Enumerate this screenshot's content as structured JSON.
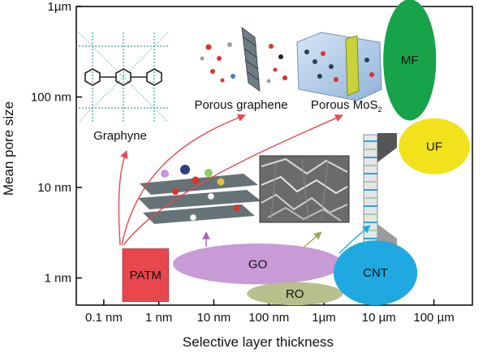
{
  "chart_data": {
    "type": "scatter",
    "xlabel": "Selective layer thickness",
    "ylabel": "Mean pore size",
    "x_scale": "log",
    "y_scale": "log",
    "x_ticks": [
      {
        "label": "0.1 nm",
        "value_nm": 0.1
      },
      {
        "label": "1 nm",
        "value_nm": 1
      },
      {
        "label": "10 nm",
        "value_nm": 10
      },
      {
        "label": "100 nm",
        "value_nm": 100
      },
      {
        "label": "1µm",
        "value_nm": 1000
      },
      {
        "label": "10 µm",
        "value_nm": 10000
      },
      {
        "label": "100 µm",
        "value_nm": 100000
      }
    ],
    "y_ticks": [
      {
        "label": "1 nm",
        "value_nm": 1
      },
      {
        "label": "10 nm",
        "value_nm": 10
      },
      {
        "label": "100 nm",
        "value_nm": 100
      },
      {
        "label": "1µm",
        "value_nm": 1000
      }
    ],
    "regions": [
      {
        "label": "PATM",
        "shape": "rect",
        "color": "#e8474e",
        "x_nm": [
          0.22,
          1.5
        ],
        "y_nm": [
          0.55,
          2.1
        ]
      },
      {
        "label": "GO",
        "shape": "ellipse",
        "color": "#c89ad6",
        "x_nm": [
          1.8,
          2200
        ],
        "y_nm": [
          0.85,
          2.4
        ]
      },
      {
        "label": "RO",
        "shape": "ellipse",
        "color": "#b7c08a",
        "x_nm": [
          40,
          2200
        ],
        "y_nm": [
          0.5,
          0.9
        ]
      },
      {
        "label": "CNT",
        "shape": "ellipse",
        "color": "#1fa9e0",
        "x_nm": [
          1500,
          50000
        ],
        "y_nm": [
          0.5,
          2.6
        ]
      },
      {
        "label": "MF",
        "shape": "ellipse",
        "color": "#16a34a",
        "x_nm": [
          12000,
          110000
        ],
        "y_nm": [
          55,
          1200
        ]
      },
      {
        "label": "UF",
        "shape": "ellipse",
        "color": "#f2e21c",
        "x_nm": [
          23000,
          450000
        ],
        "y_nm": [
          14,
          58
        ]
      }
    ],
    "annotations": [
      {
        "label": "Graphyne"
      },
      {
        "label": "Porous graphene"
      },
      {
        "label": "Porous MoS",
        "subscript": "2"
      }
    ],
    "arrow_colors": {
      "red": "#e8474e",
      "purple": "#a86ab7",
      "olive": "#9ca75a",
      "blue": "#1fa9e0"
    },
    "grid": false,
    "legend": "none"
  }
}
